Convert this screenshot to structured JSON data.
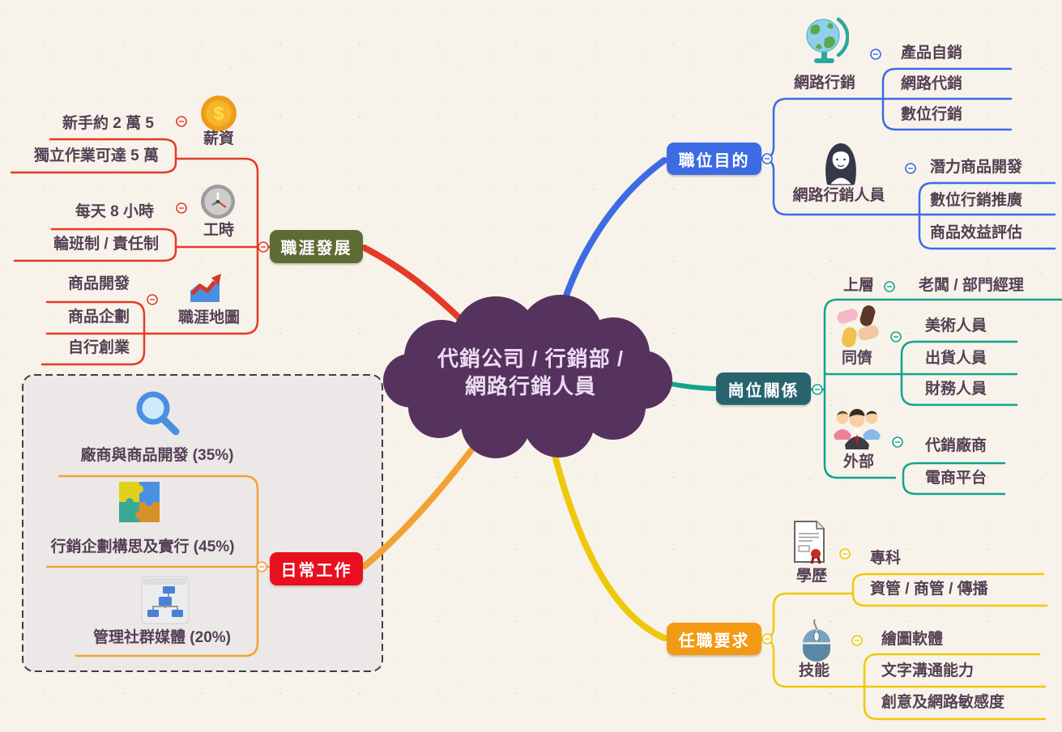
{
  "center": {
    "line1": "代銷公司 / 行銷部 /",
    "line2": "網路行銷人員"
  },
  "colors": {
    "background": "#f8f3ea",
    "center_fill": "#56325e",
    "center_text": "#ecdcf2",
    "career_node": "#5e6c34",
    "career_line": "#e43a28",
    "daily_node": "#e8101f",
    "daily_line": "#f2a235",
    "purpose_node": "#3d6be3",
    "purpose_line": "#3d6be3",
    "relation_node": "#27646e",
    "relation_line": "#12a390",
    "requirement_node": "#f29a13",
    "requirement_line": "#eec80a",
    "text": "#544054"
  },
  "branches": {
    "career_development": {
      "label": "職涯發展",
      "children": [
        {
          "label": "薪資",
          "icon": "coin-icon",
          "children": [
            "新手約 2 萬 5",
            "獨立作業可達 5 萬"
          ]
        },
        {
          "label": "工時",
          "icon": "clock-icon",
          "children": [
            "每天 8 小時",
            "輪班制 / 責任制"
          ]
        },
        {
          "label": "職涯地圖",
          "icon": "trend-chart-icon",
          "children": [
            "商品開發",
            "商品企劃",
            "自行創業"
          ]
        }
      ]
    },
    "daily_work": {
      "label": "日常工作",
      "children": [
        {
          "label": "廠商與商品開發 (35%)",
          "icon": "magnifier-icon"
        },
        {
          "label": "行銷企劃構思及實行 (45%)",
          "icon": "puzzle-icon"
        },
        {
          "label": "管理社群媒體 (20%)",
          "icon": "org-chart-icon"
        }
      ]
    },
    "job_purpose": {
      "label": "職位目的",
      "children": [
        {
          "label": "網路行銷",
          "icon": "globe-icon",
          "children": [
            "產品自銷",
            "網路代銷",
            "數位行銷"
          ]
        },
        {
          "label": "網路行銷人員",
          "icon": "marketer-icon",
          "children": [
            "潛力商品開發",
            "數位行銷推廣",
            "商品效益評估"
          ]
        }
      ]
    },
    "position_relations": {
      "label": "崗位關係",
      "children": [
        {
          "label": "上層",
          "children": [
            "老闆 / 部門經理"
          ]
        },
        {
          "label": "同儕",
          "icon": "hands-icon",
          "children": [
            "美術人員",
            "出貨人員",
            "財務人員"
          ]
        },
        {
          "label": "外部",
          "icon": "people-icon",
          "children": [
            "代銷廠商",
            "電商平台"
          ]
        }
      ]
    },
    "job_requirements": {
      "label": "任職要求",
      "children": [
        {
          "label": "學歷",
          "icon": "certificate-icon",
          "children": [
            "專科",
            "資管 / 商管 / 傳播"
          ]
        },
        {
          "label": "技能",
          "icon": "mouse-icon",
          "children": [
            "繪圖軟體",
            "文字溝通能力",
            "創意及網路敏感度"
          ]
        }
      ]
    }
  }
}
